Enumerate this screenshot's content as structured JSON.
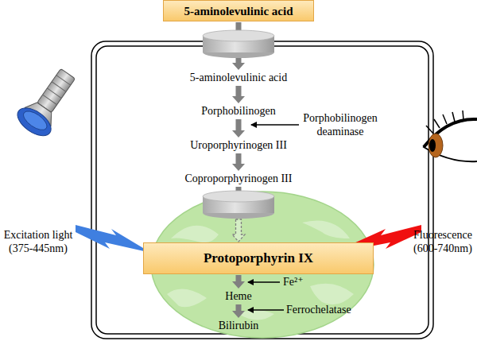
{
  "diagram": {
    "nodes": [
      {
        "text": [
          "5-aminolevulinic acid"
        ]
      },
      {
        "text": [
          "5-aminolevulinic acid"
        ]
      },
      {
        "text": [
          "Porphobilinogen"
        ]
      },
      {
        "text": [
          "Uroporphyrinogen III"
        ]
      },
      {
        "text": [
          "Coproporphyrinogen III"
        ]
      },
      {
        "text": [
          "Protoporphyrin IX"
        ]
      },
      {
        "text": [
          "Heme"
        ]
      },
      {
        "text": [
          "Bilirubin"
        ]
      }
    ],
    "edges": [
      {
        "from": 0,
        "to": 1,
        "arrow": "to"
      },
      {
        "from": 1,
        "to": 2,
        "arrow": "to"
      },
      {
        "from": 2,
        "to": 3,
        "arrow": "to"
      },
      {
        "from": 3,
        "to": 4,
        "arrow": "to"
      },
      {
        "from": 4,
        "to": 5,
        "arrow": "to"
      },
      {
        "from": 5,
        "to": 6,
        "arrow": "to"
      },
      {
        "from": 6,
        "to": 7,
        "arrow": "to"
      }
    ],
    "labels": [
      "Porphobilinogen deaminase",
      "Fe²⁺",
      "Ferrochelatase",
      "Excitation light (375-445nm)",
      "Fluorescence (600-740nm)"
    ]
  }
}
